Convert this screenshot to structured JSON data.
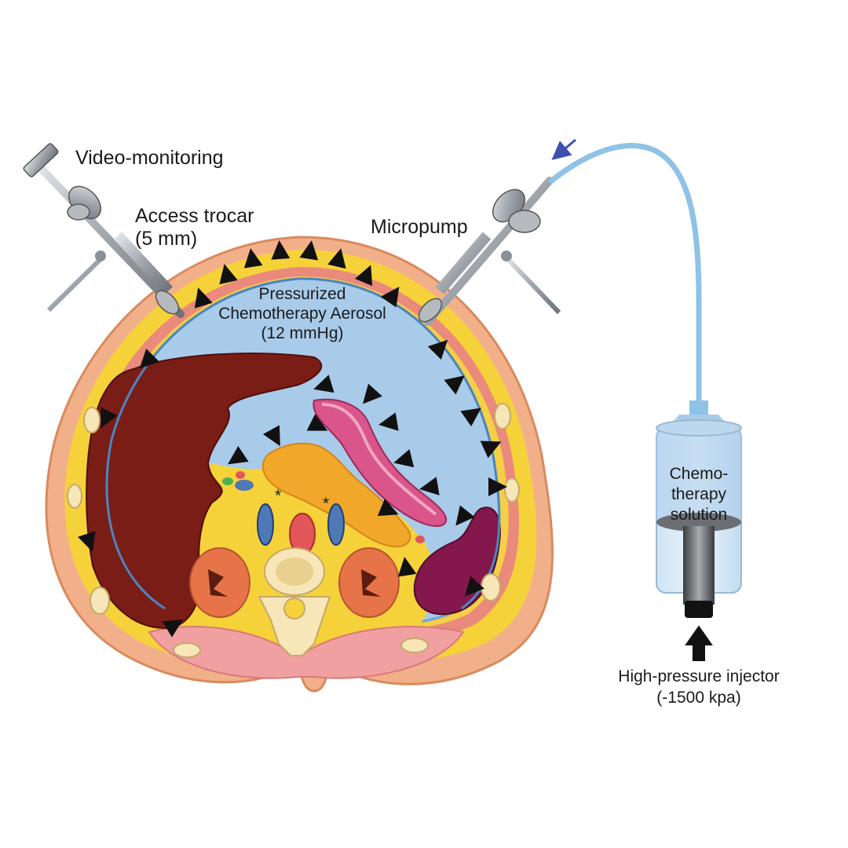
{
  "labels": {
    "video_monitoring": "Video-monitoring",
    "access_trocar": "Access trocar",
    "access_trocar_size": "(5 mm)",
    "micropump": "Micropump",
    "aerosol_line1": "Pressurized",
    "aerosol_line2": "Chemotherapy Aerosol",
    "aerosol_line3": "(12 mmHg)",
    "solution_line1": "Chemo-",
    "solution_line2": "therapy",
    "solution_line3": "solution",
    "injector_line1": "High-pressure injector",
    "injector_line2": "(-1500 kpa)",
    "asterisk": "*"
  },
  "colors": {
    "skin": "#f2b08a",
    "fat": "#f6d23a",
    "muscle": "#e98a7c",
    "aerosol": "#a9cbea",
    "liver": "#7a1d16",
    "spleen": "#84184c",
    "stomach": "#d9558a",
    "pancreas": "#f1a82a",
    "kidney": "#e77448",
    "vertebra": "#f7e6b8",
    "instrument": "#9ea4aa",
    "tube": "#8ec2e6",
    "arrow_blue": "#3f4fb0"
  }
}
